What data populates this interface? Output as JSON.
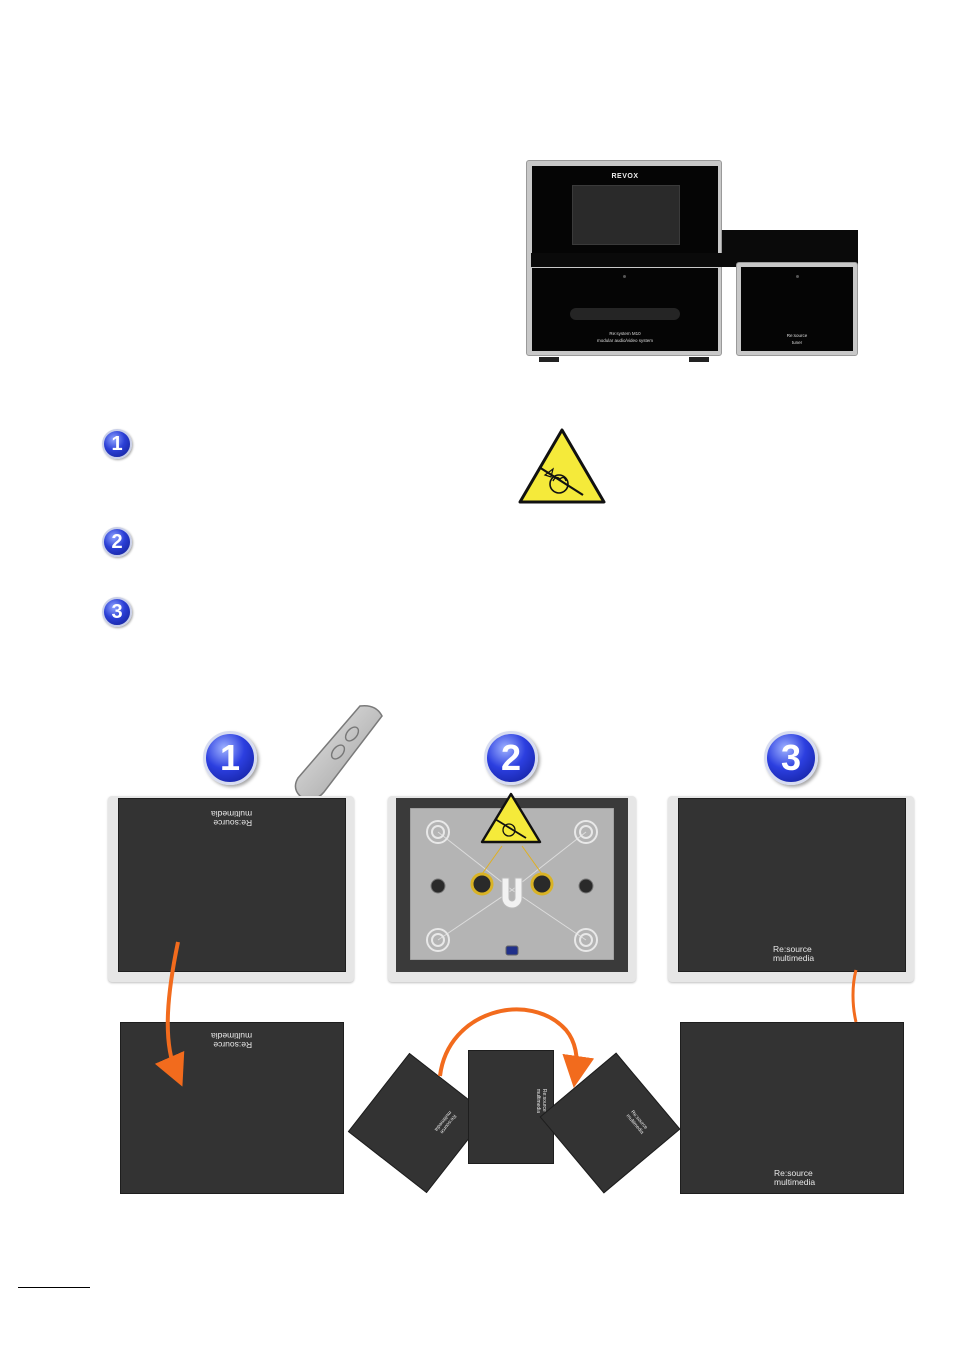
{
  "product": {
    "logo": "REVOX",
    "main_unit_caption_1": "Re:system M10",
    "main_unit_caption_2": "modular audio/video system",
    "side_unit_caption_1": "Re:source",
    "side_unit_caption_2": "tuner"
  },
  "steps": {
    "step1": "1",
    "step2": "2",
    "step3": "3"
  },
  "cover": {
    "brand_line_1": "Re:source",
    "brand_line_2": "multimedia"
  },
  "colors": {
    "badge_blue": "#2b3fd6",
    "arrow_orange": "#f26b1d",
    "warning_yellow": "#f5ea3a",
    "cover_dark": "#333333"
  },
  "icons": {
    "warning": "esd-warning-triangle-icon",
    "tool": "removal-tool-icon",
    "magnet": "magnet-icon"
  }
}
